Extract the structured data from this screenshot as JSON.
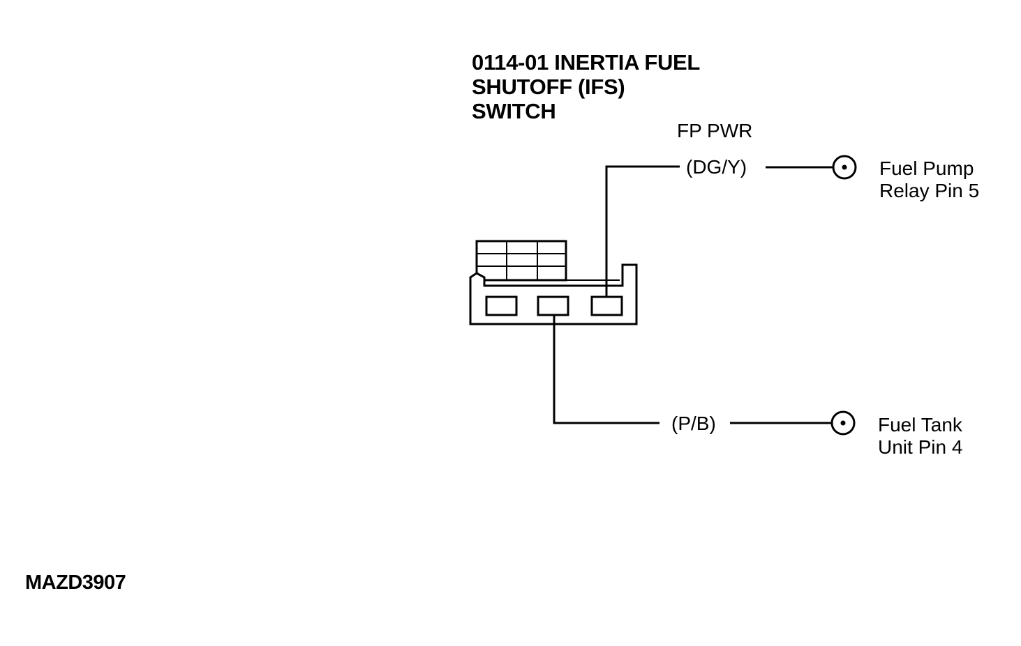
{
  "component": {
    "title_lines": [
      "0114-01 INERTIA FUEL",
      "SHUTOFF (IFS)",
      "SWITCH"
    ]
  },
  "circuits": [
    {
      "name": "FP PWR",
      "wire_color": "(DG/Y)",
      "destination_lines": [
        "Fuel Pump",
        "Relay Pin 5"
      ]
    },
    {
      "wire_color": "(P/B)",
      "destination_lines": [
        "Fuel Tank",
        "Unit Pin 4"
      ]
    }
  ],
  "figure_id": "MAZD3907",
  "colors": {
    "ink": "#000000",
    "background": "#ffffff"
  }
}
